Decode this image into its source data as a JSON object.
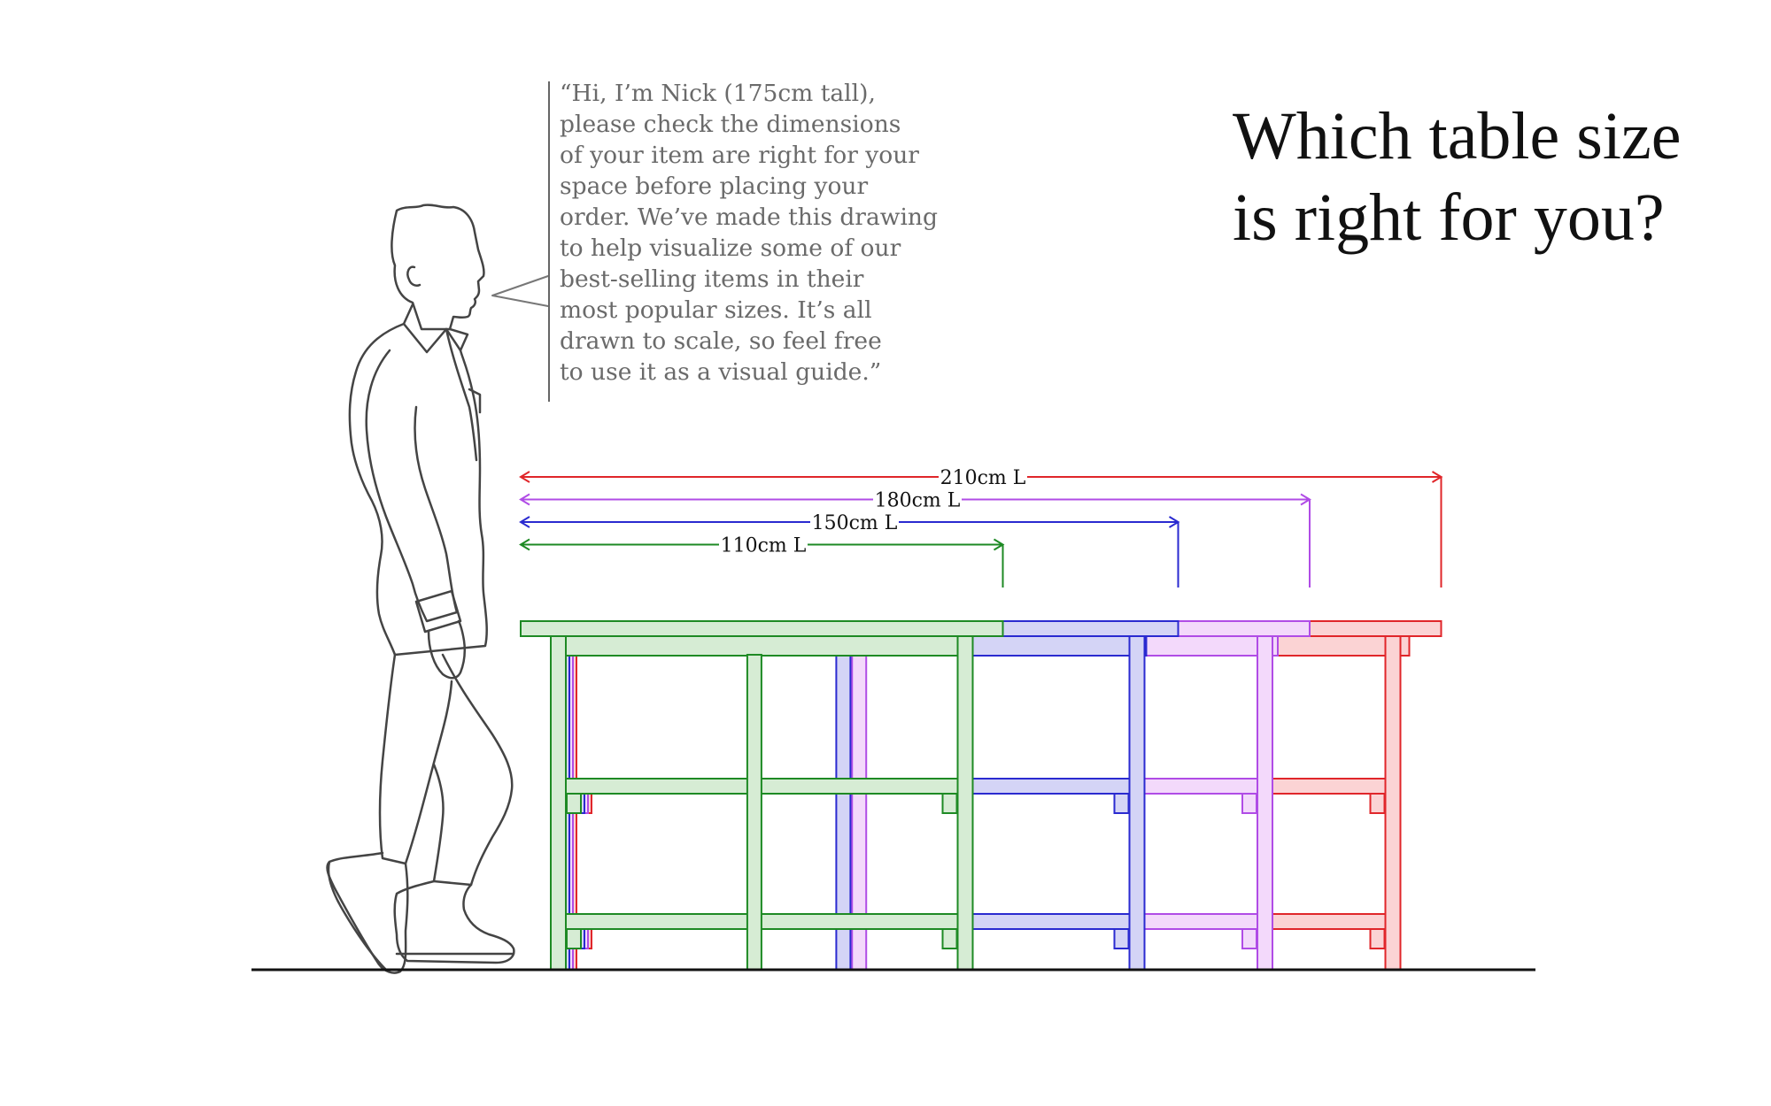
{
  "heading": {
    "line1": "Which table size",
    "line2": "is right for you?"
  },
  "quote": {
    "lines": [
      "“Hi, I’m Nick (175cm tall),",
      "please check the dimensions",
      "of your item are right for your",
      "space before placing your",
      "order. We’ve made this drawing",
      "to help visualize some of our",
      "best-selling items in their",
      "most popular sizes. It’s all",
      "drawn to scale, so feel free",
      "to use it as a visual guide.”"
    ]
  },
  "person": {
    "icon": "standing-man-outline-icon",
    "height_label": "175cm"
  },
  "tables": [
    {
      "label": "210cm L",
      "length_cm": 210,
      "stroke": "#e0262a",
      "fill": "#fbd3d4"
    },
    {
      "label": "180cm L",
      "length_cm": 180,
      "stroke": "#b04ce6",
      "fill": "#f3d9fb"
    },
    {
      "label": "150cm L",
      "length_cm": 150,
      "stroke": "#2a2ad0",
      "fill": "#d4d4f6"
    },
    {
      "label": "110cm L",
      "length_cm": 110,
      "stroke": "#1e8a24",
      "fill": "#d6ecd4"
    }
  ],
  "colors": {
    "ground": "#111111",
    "text": "#111111",
    "quote_text": "#6a6a6a"
  }
}
